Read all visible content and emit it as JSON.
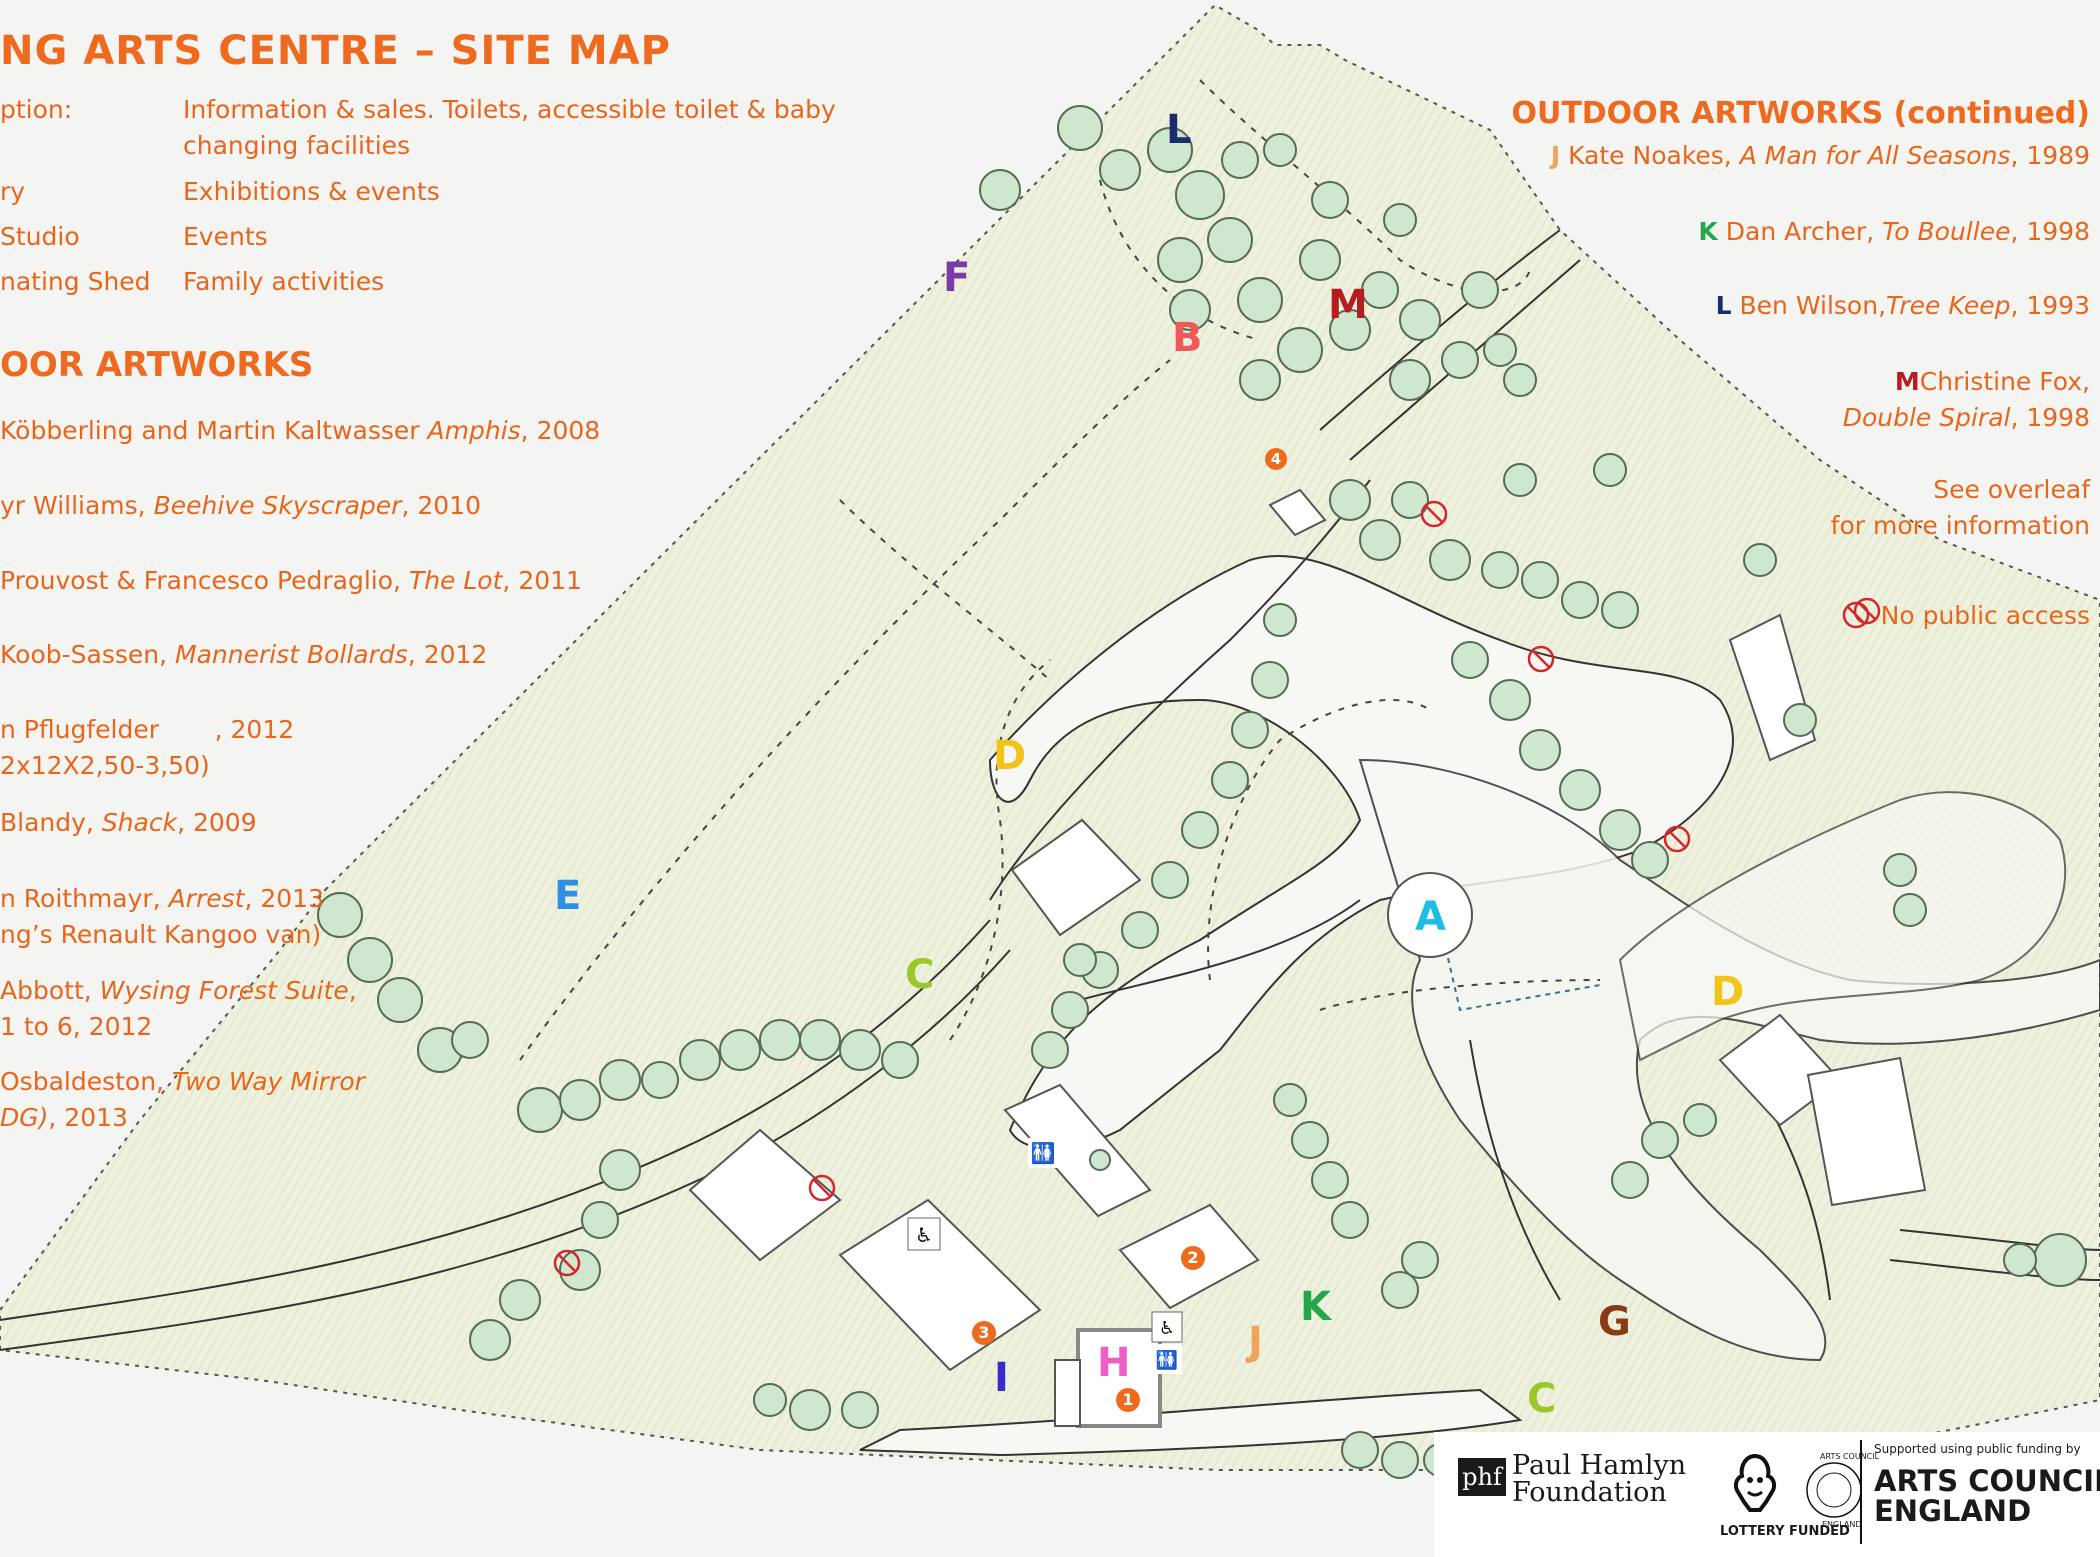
{
  "title": "NG ARTS CENTRE – SITE MAP",
  "facilities": [
    {
      "name": "ption:",
      "description": "Information & sales. Toilets, accessible toilet & baby",
      "description_cont": "changing facilities"
    },
    {
      "name": "ry",
      "description": "Exhibitions & events"
    },
    {
      "name": "Studio",
      "description": "Events"
    },
    {
      "name": "nating Shed",
      "description": "Family activities"
    }
  ],
  "outdoor_heading": "OOR ARTWORKS",
  "artworks_left": [
    {
      "artist": "Köbberling and Martin Kaltwasser ",
      "work": "Amphis",
      "year": ", 2008"
    },
    {
      "artist": "yr Williams, ",
      "work": "Beehive Skyscraper",
      "year": ", 2010"
    },
    {
      "artist": " Prouvost & Francesco Pedraglio, ",
      "work": "The Lot",
      "year": ", 2011"
    },
    {
      "artist": " Koob-Sassen, ",
      "work": "Mannerist Bollards",
      "year": ", 2012"
    },
    {
      "artist": "n Pflugfelder",
      "work": "",
      "year": "       , 2012",
      "line2": "2x12X2,50-3,50)"
    },
    {
      "artist": "Blandy, ",
      "work": "Shack",
      "year": ", 2009"
    },
    {
      "artist": "n Roithmayr, ",
      "work": "Arrest",
      "year": ", 2013",
      "line2": "ng’s Renault Kangoo van)"
    },
    {
      "artist": "Abbott, ",
      "work": "Wysing Forest Suite",
      "year": ",",
      "line2": "1 to 6, 2012"
    },
    {
      "artist": "Osbaldeston, ",
      "work": "Two Way Mirror",
      "year": "",
      "line2_italic": "DG)",
      "line2": ", 2013"
    }
  ],
  "continued_heading": "OUTDOOR ARTWORKS (continued)",
  "artworks_right": [
    {
      "letter": "J",
      "artist": "Kate Noakes, ",
      "work": "A Man for All Seasons",
      "year": ", 1989",
      "color": "#f0a35a"
    },
    {
      "letter": "K",
      "artist": "Dan Archer, ",
      "work": "To Boullee",
      "year": ", 1998",
      "color": "#22a84a"
    },
    {
      "letter": "L",
      "artist": "Ben Wilson,",
      "work": "Tree Keep",
      "year": ", 1993",
      "color": "#1c2a6e"
    },
    {
      "letter": "M",
      "artist": "Christine Fox,",
      "work": "Double Spiral",
      "year": ", 1998",
      "color": "#b41e23"
    }
  ],
  "overleaf_line1": "See overleaf",
  "overleaf_line2": "for more information",
  "no_access": "No public access",
  "map_letters": [
    {
      "label": "L",
      "color": "#1c2a6e"
    },
    {
      "label": "F",
      "color": "#7b3aa6"
    },
    {
      "label": "M",
      "color": "#b41e23"
    },
    {
      "label": "B",
      "color": "#ee5a5a"
    },
    {
      "label": "D",
      "color": "#f2c31a"
    },
    {
      "label": "E",
      "color": "#2f8fe0"
    },
    {
      "label": "C",
      "color": "#9bc72a"
    },
    {
      "label": "A",
      "color": "#1fbde6"
    },
    {
      "label": "D",
      "color": "#f2c31a"
    },
    {
      "label": "K",
      "color": "#22a84a"
    },
    {
      "label": "J",
      "color": "#f0a35a"
    },
    {
      "label": "G",
      "color": "#8a3a14"
    },
    {
      "label": "C",
      "color": "#9bc72a"
    },
    {
      "label": "H",
      "color": "#ee5fc6"
    },
    {
      "label": "I",
      "color": "#3a2ad0"
    }
  ],
  "building_numbers": [
    "1",
    "2",
    "3",
    "4"
  ],
  "logos": {
    "phf_mark": "phf",
    "phf_line1": "Paul Hamlyn",
    "phf_line2": "Foundation",
    "lottery": "LOTTERY FUNDED",
    "ace_ring": "ARTS COUNCIL",
    "ace_ring2": "ENGLAND",
    "ace_support": "Supported using public funding by",
    "ace_line1": "ARTS COUNCIL",
    "ace_line2": "ENGLAND"
  },
  "colors": {
    "orange": "#ee6a1e",
    "grass": "#edf0dc",
    "tree": "#cfe6cf",
    "tree_stroke": "#556b55",
    "line": "#333333"
  }
}
